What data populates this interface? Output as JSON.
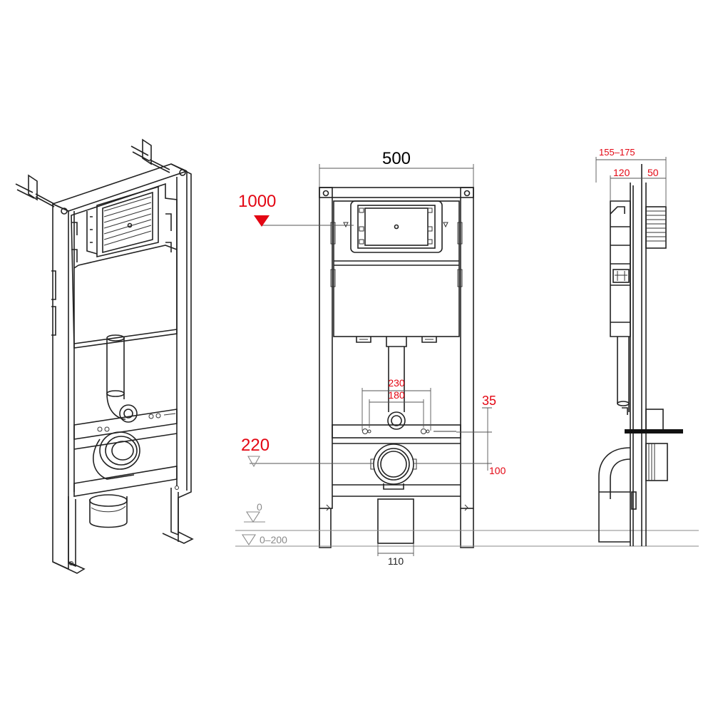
{
  "colors": {
    "accent": "#e30613",
    "line": "#222222",
    "muted": "#8a8a8a"
  },
  "dimensions": {
    "width": "500",
    "height_level": "1000",
    "outlet_height": "220",
    "bolt_outer": "230",
    "bolt_inner": "180",
    "bolt_offset": "35",
    "outlet_offset": "100",
    "pipe_width": "110",
    "depth_range": "155–175",
    "depth_frame": "120",
    "depth_flush": "50",
    "floor_zero": "0",
    "floor_range": "0–200"
  }
}
